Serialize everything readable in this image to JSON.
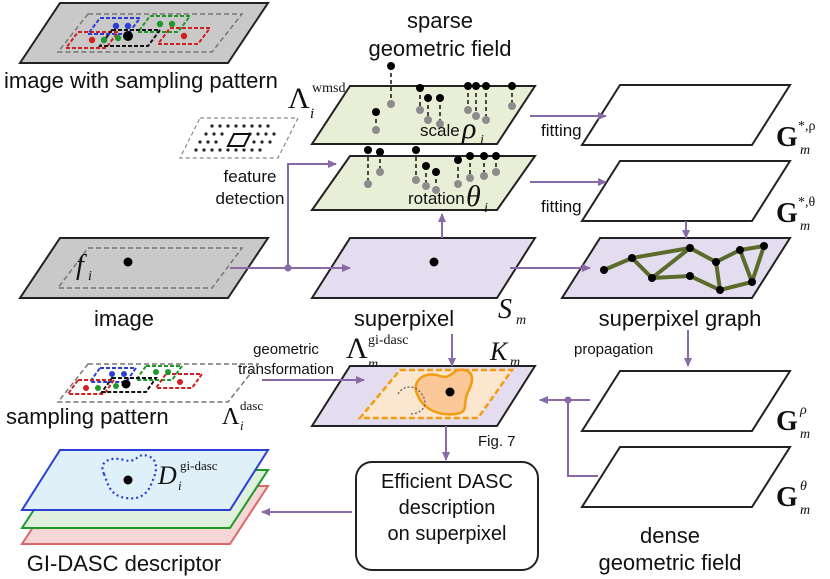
{
  "labels": {
    "image_sampling": "image with sampling pattern",
    "sparse_title_1": "sparse",
    "sparse_title_2": "geometric field",
    "feature_detection_1": "feature",
    "feature_detection_2": "detection",
    "scale": "scale",
    "rotation": "rotation",
    "fitting_top": "fitting",
    "fitting_mid": "fitting",
    "image": "image",
    "superpixel": "superpixel",
    "superpixel_graph": "superpixel graph",
    "geometric_1": "geometric",
    "geometric_2": "transformation",
    "propagation": "propagation",
    "sampling_pattern": "sampling pattern",
    "fig7": "Fig. 7",
    "efficient_1": "Efficient DASC",
    "efficient_2": "description",
    "efficient_3": "on superpixel",
    "dense_1": "dense",
    "dense_2": "geometric field",
    "descriptor": "GI-DASC descriptor"
  },
  "math": {
    "lambda_wmsd": {
      "base": "Λ",
      "sub": "i",
      "sup": "wmsd"
    },
    "rho": {
      "base": "ρ",
      "sub": "i"
    },
    "theta": {
      "base": "θ",
      "sub": "i"
    },
    "g_star_rho": {
      "base": "G",
      "sub": "m",
      "sup": "*,ρ"
    },
    "g_star_theta": {
      "base": "G",
      "sub": "m",
      "sup": "*,θ"
    },
    "f": {
      "base": "f",
      "sub": "i"
    },
    "s_m": {
      "base": "S",
      "sub": "m"
    },
    "lambda_gidasc": {
      "base": "Λ",
      "sub": "m",
      "sup": "gi-dasc"
    },
    "k_m": {
      "base": "K",
      "sub": "m"
    },
    "lambda_dasc": {
      "base": "Λ",
      "sub": "i",
      "sup": "dasc"
    },
    "g_rho": {
      "base": "G",
      "sub": "m",
      "sup": "ρ"
    },
    "g_theta": {
      "base": "G",
      "sub": "m",
      "sup": "θ"
    },
    "d_gidasc": {
      "base": "D",
      "sub": "i",
      "sup": "gi-dasc"
    }
  }
}
